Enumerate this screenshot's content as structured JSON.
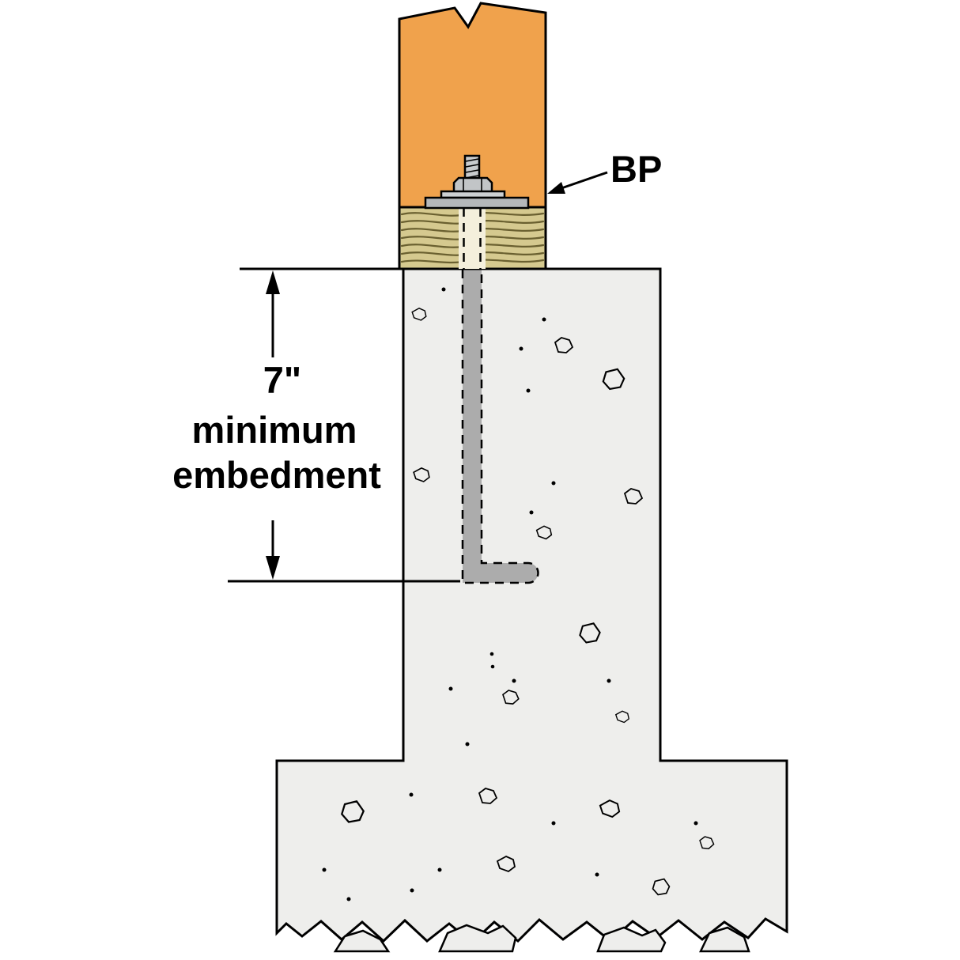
{
  "labels": {
    "bp": "BP",
    "dim_value": "7\"",
    "dim_word1": "minimum",
    "dim_word2": "embedment"
  },
  "colors": {
    "background": "#FFFFFF",
    "outline": "#000000",
    "post": "#F0A24C",
    "wood": "#D5C98F",
    "wood_grain": "#6A6030",
    "concrete": "#EEEEEC",
    "bolt": "#ACACAC",
    "plate": "#B5B8BA",
    "washer": "#CDD0D2",
    "nut": "#C2C5C7",
    "rod": "#C8CBCD",
    "hole": "#F4EFDC"
  }
}
